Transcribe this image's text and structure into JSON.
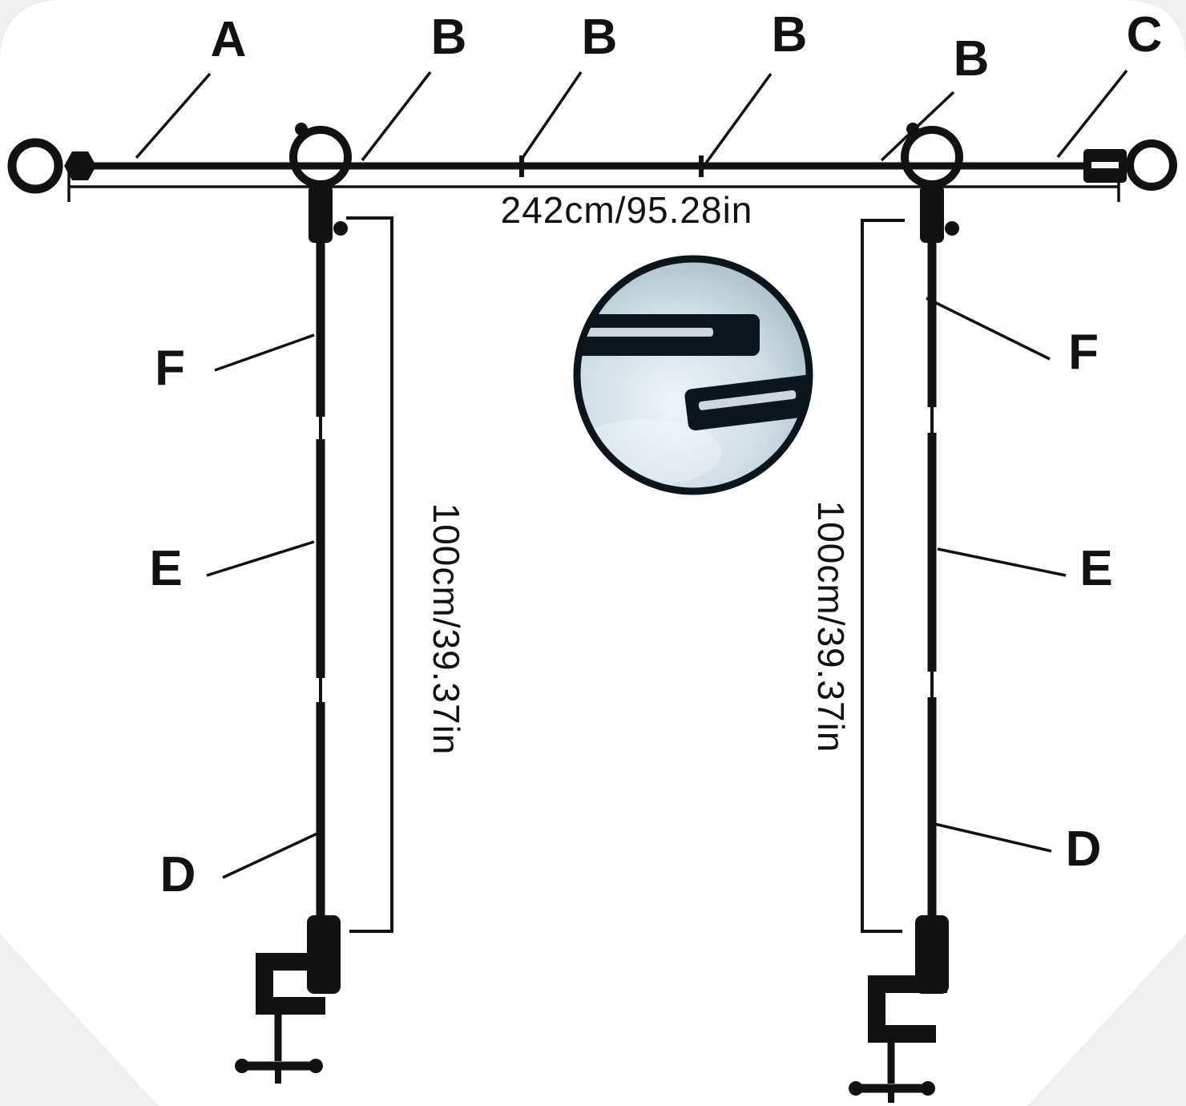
{
  "callout_labels": {
    "a": "A",
    "b_1": "B",
    "b_2": "B",
    "b_3": "B",
    "b_4": "B",
    "c": "C",
    "f_left": "F",
    "f_right": "F",
    "e_left": "E",
    "e_right": "E",
    "d_left": "D",
    "d_right": "D"
  },
  "dimensions": {
    "crossbar_width": "242cm/95.28in",
    "pole_height_left": "100cm/39.37in",
    "pole_height_right": "100cm/39.37in"
  },
  "colors": {
    "line": "#121212",
    "text": "#121212",
    "background": "#ffffff",
    "page_edge": "#efefef",
    "inset_stroke": "#0c141c",
    "inset_dark_parts": "#0d161f"
  }
}
